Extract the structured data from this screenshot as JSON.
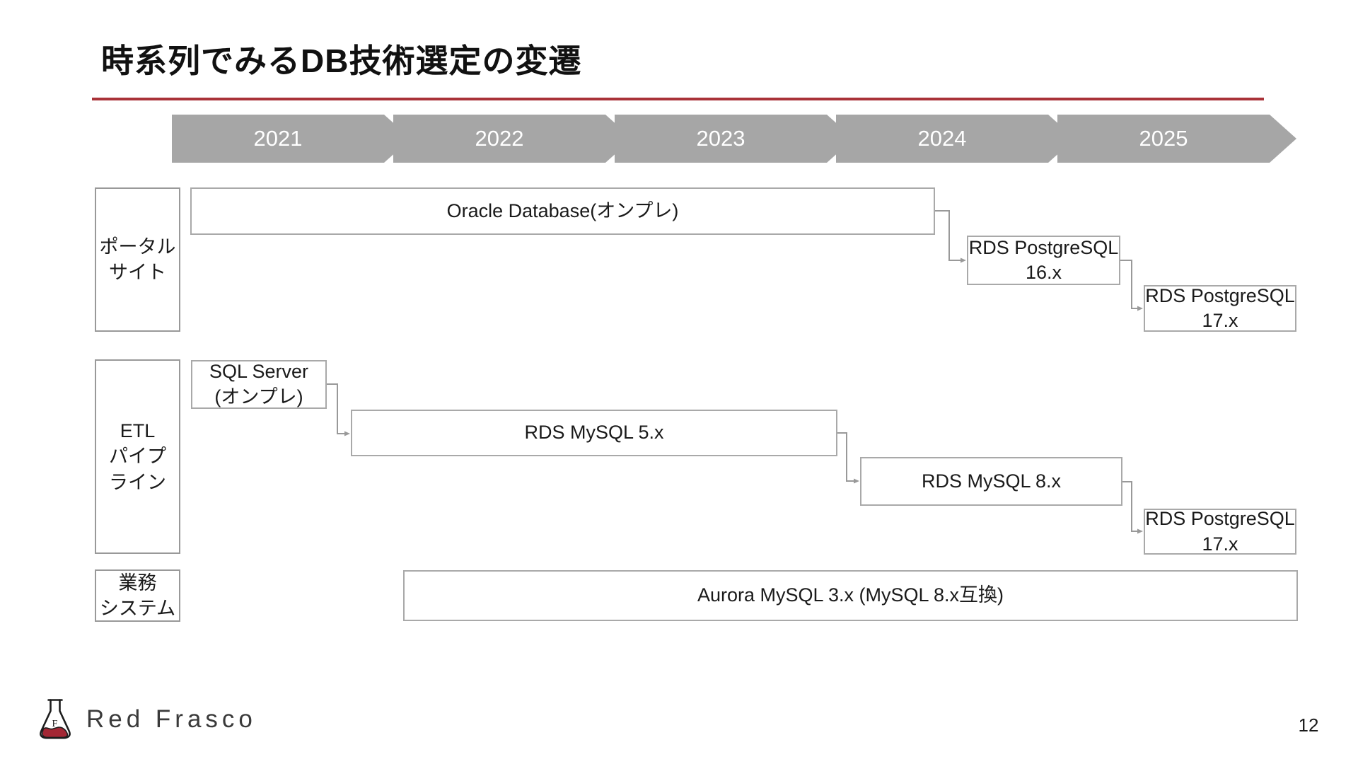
{
  "slide": {
    "title": "時系列でみるDB技術選定の変遷",
    "page_number": "12"
  },
  "timeline": {
    "years": [
      "2021",
      "2022",
      "2023",
      "2024",
      "2025"
    ]
  },
  "rows": [
    {
      "label": "ポータル\nサイト"
    },
    {
      "label": "ETL\nパイプ\nライン"
    },
    {
      "label": "業務\nシステム"
    }
  ],
  "boxes": [
    {
      "row": "ポータルサイト",
      "label": "Oracle Database(オンプレ)"
    },
    {
      "row": "ポータルサイト",
      "label": "RDS PostgreSQL\n16.x"
    },
    {
      "row": "ポータルサイト",
      "label": "RDS PostgreSQL\n17.x"
    },
    {
      "row": "ETLパイプライン",
      "label": "SQL Server\n(オンプレ)"
    },
    {
      "row": "ETLパイプライン",
      "label": "RDS MySQL 5.x"
    },
    {
      "row": "ETLパイプライン",
      "label": "RDS MySQL 8.x"
    },
    {
      "row": "ETLパイプライン",
      "label": "RDS PostgreSQL\n17.x"
    },
    {
      "row": "業務システム",
      "label": "Aurora MySQL 3.x (MySQL 8.x互換)"
    }
  ],
  "footer": {
    "logo_text": "Red Frasco",
    "flask_letter": "F"
  },
  "colors": {
    "accent_red": "#A93238",
    "timeline_arrow_gray": "#A6A6A6",
    "box_border_gray": "#A9A9A9",
    "connector_gray": "#999999",
    "flask_liquid_red": "#A32734",
    "year_text": "#FFFFFF"
  }
}
